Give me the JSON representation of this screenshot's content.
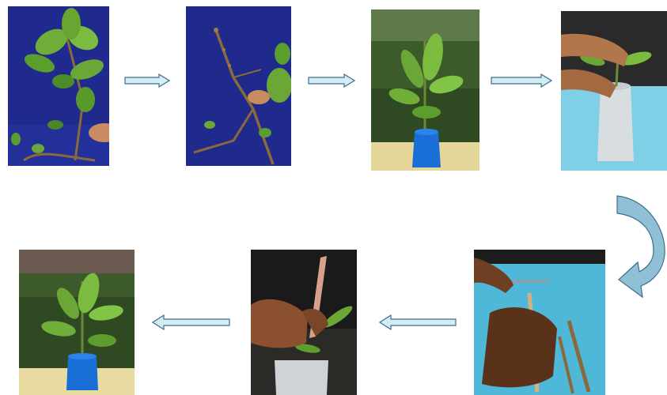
{
  "diagram": {
    "type": "process-flow",
    "steps": [
      {
        "id": "step-1",
        "depicts": "mother-plant-shoot"
      },
      {
        "id": "step-2",
        "depicts": "defoliated-scion-stick"
      },
      {
        "id": "step-3",
        "depicts": "rootstock-seedling-in-polybag"
      },
      {
        "id": "step-4",
        "depicts": "preparing-rootstock-top"
      },
      {
        "id": "step-5",
        "depicts": "cutting-scion-wedge"
      },
      {
        "id": "step-6",
        "depicts": "inserting-scion-into-rootstock"
      },
      {
        "id": "step-7",
        "depicts": "grafted-plant-growing"
      }
    ],
    "flow": [
      "step-1",
      "step-2",
      "step-3",
      "step-4",
      "step-5",
      "step-6",
      "step-7"
    ],
    "colors": {
      "arrow_fill": "#d6ecf5",
      "arrow_stroke": "#3b6f8f",
      "curved_arrow_fill": "#8fc0d6",
      "backdrop_blue": "#1f2a8c",
      "leaf_green": "#5c9e2e",
      "sky_cyan": "#4fb8d8"
    }
  }
}
